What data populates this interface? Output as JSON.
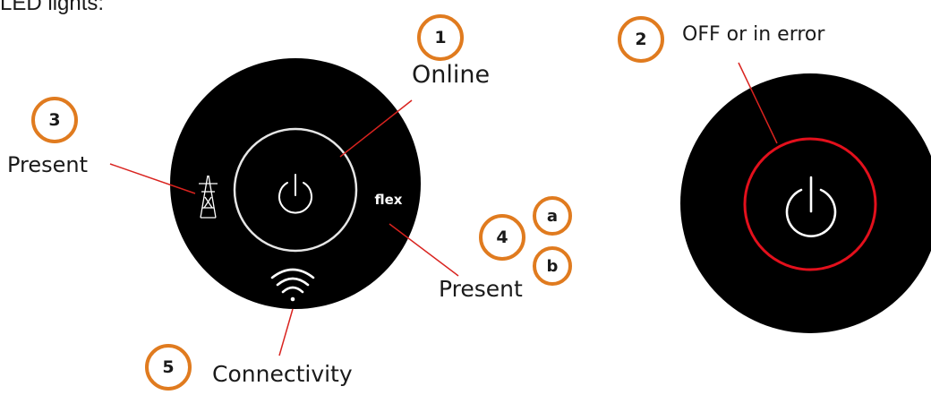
{
  "intro_fragment": "LED lights:",
  "callouts": {
    "c1": {
      "number": "1",
      "label": "Online"
    },
    "c2": {
      "number": "2",
      "label": "OFF or in error"
    },
    "c3": {
      "number": "3",
      "label": "Present"
    },
    "c4": {
      "number": "4",
      "sub_a": "a",
      "sub_b": "b",
      "label": "Present"
    },
    "c5": {
      "number": "5",
      "label": "Connectivity"
    }
  },
  "device_left": {
    "flex_text": "flex",
    "icons": [
      "pylon-icon",
      "power-icon",
      "wifi-icon"
    ],
    "ring_color": "#e6e6e6"
  },
  "device_right": {
    "icons": [
      "power-icon"
    ],
    "ring_color": "#e3101c"
  },
  "colors": {
    "badge_border": "#e07b1f",
    "leader_line": "#d9231f",
    "device_face": "#000000"
  }
}
